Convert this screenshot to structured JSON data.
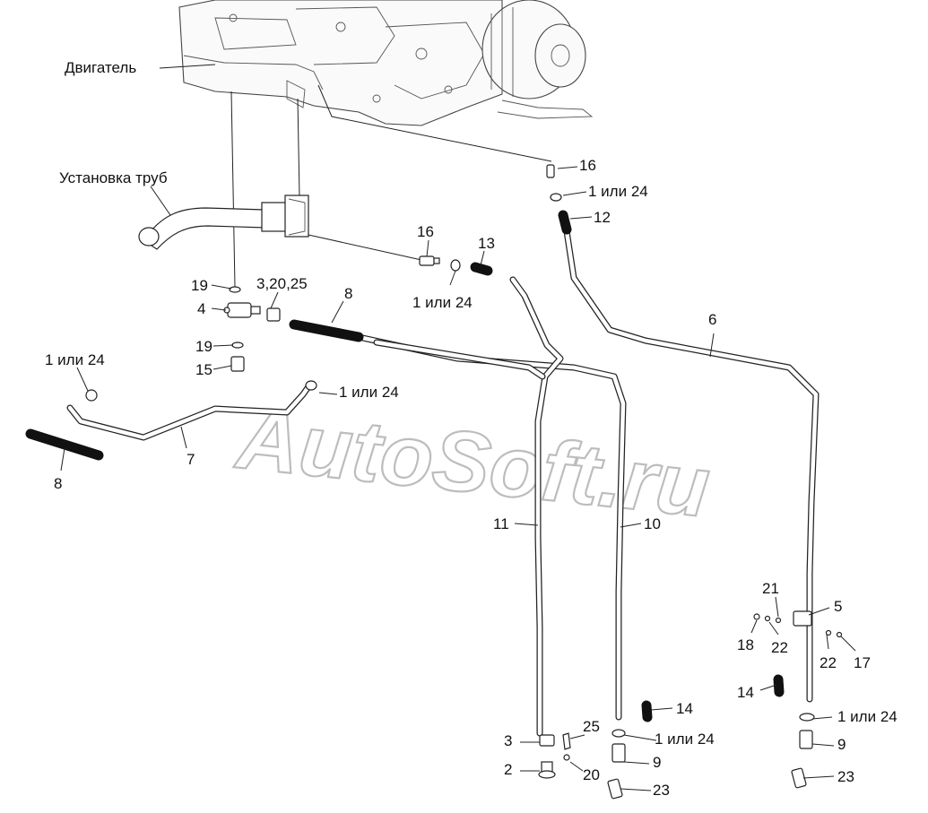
{
  "diagram": {
    "labels": {
      "engine": "Двигатель",
      "pipe_install": "Установка труб",
      "l16a": "16",
      "l1or24a": "1 или 24",
      "l12": "12",
      "l16b": "16",
      "l13": "13",
      "l1or24b": "1 или 24",
      "l6": "6",
      "l19a": "19",
      "l3_20_25": "3,20,25",
      "l8a": "8",
      "l4": "4",
      "l19b": "19",
      "l15": "15",
      "l1or24c": "1 или 24",
      "l1or24d": "1 или 24",
      "l8b": "8",
      "l7": "7",
      "l11": "11",
      "l10": "10",
      "l21": "21",
      "l5": "5",
      "l18": "18",
      "l22a": "22",
      "l22b": "22",
      "l17": "17",
      "l14a": "14",
      "l14b": "14",
      "l1or24e": "1 или 24",
      "l1or24f": "1 или 24",
      "l25": "25",
      "l3": "3",
      "l9a": "9",
      "l9b": "9",
      "l2": "2",
      "l20": "20",
      "l23a": "23",
      "l23b": "23"
    },
    "watermark": "AutoSoft.ru"
  }
}
